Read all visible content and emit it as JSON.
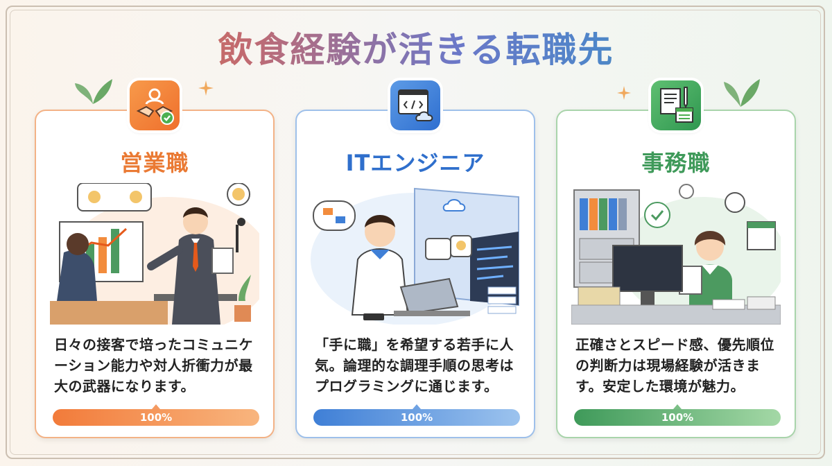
{
  "title": "飲食経験が活きる転職先",
  "colors": {
    "orange": "#ea7a34",
    "blue": "#2f6fcc",
    "green": "#3f9a5a"
  },
  "cards": [
    {
      "icon": "handshake-person-check-icon",
      "title": "営業職",
      "description": "日々の接客で培ったコミュニケーション能力や対人折衝力が最大の武器になります。",
      "progress_percent": 100,
      "progress_label": "100%"
    },
    {
      "icon": "code-window-cloud-icon",
      "title": "ITエンジニア",
      "description": "「手に職」を希望する若手に人気。論理的な調理手順の思考はプログラミングに通じます。",
      "progress_percent": 100,
      "progress_label": "100%"
    },
    {
      "icon": "documents-calendar-icon",
      "title": "事務職",
      "description": "正確さとスピード感、優先順位の判断力は現場経験が活きます。安定した環境が魅力。",
      "progress_percent": 100,
      "progress_label": "100%"
    }
  ]
}
